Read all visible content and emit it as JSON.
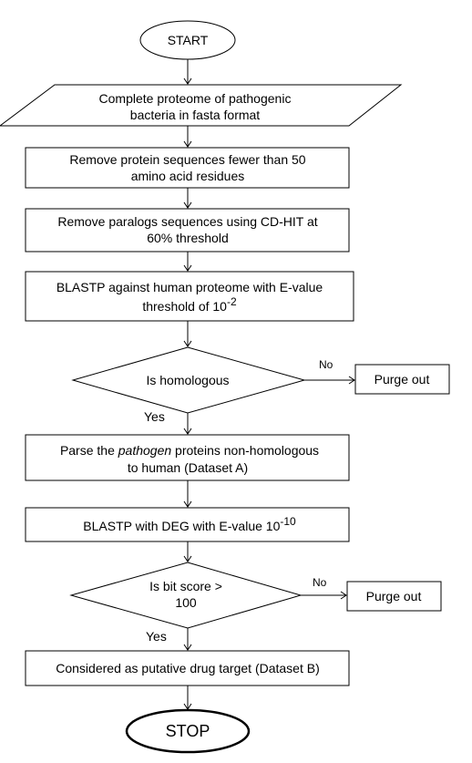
{
  "nodes": {
    "start": {
      "label": "START"
    },
    "input": {
      "line1": "Complete proteome of pathogenic",
      "line2": "bacteria in fasta format"
    },
    "step_remove_short": {
      "line1": "Remove protein sequences fewer than 50",
      "line2": "amino acid residues"
    },
    "step_remove_paralogs": {
      "line1": "Remove paralogs sequences using CD-HIT at",
      "line2": "60% threshold"
    },
    "step_blastp_human": {
      "line1": "BLASTP against human proteome with  E-value",
      "line2_prefix": "threshold of 10",
      "line2_sup": "-2"
    },
    "decision_homologous": {
      "label": "Is homologous"
    },
    "purge_1": {
      "label": "Purge out"
    },
    "step_parse": {
      "line1_pre": "Parse the ",
      "line1_em": "pathogen",
      "line1_post": " proteins non-homologous",
      "line2": "to human (Dataset A)"
    },
    "step_blastp_deg": {
      "prefix": "BLASTP with DEG with  E-value 10",
      "sup": "-10"
    },
    "decision_bitscore": {
      "line1": "Is bit score >",
      "line2": "100"
    },
    "purge_2": {
      "label": "Purge out"
    },
    "step_target": {
      "label": "Considered as putative drug target (Dataset B)"
    },
    "stop": {
      "label": "STOP"
    }
  },
  "edge_labels": {
    "no_1": "No",
    "yes_1": "Yes",
    "no_2": "No",
    "yes_2": "Yes"
  }
}
